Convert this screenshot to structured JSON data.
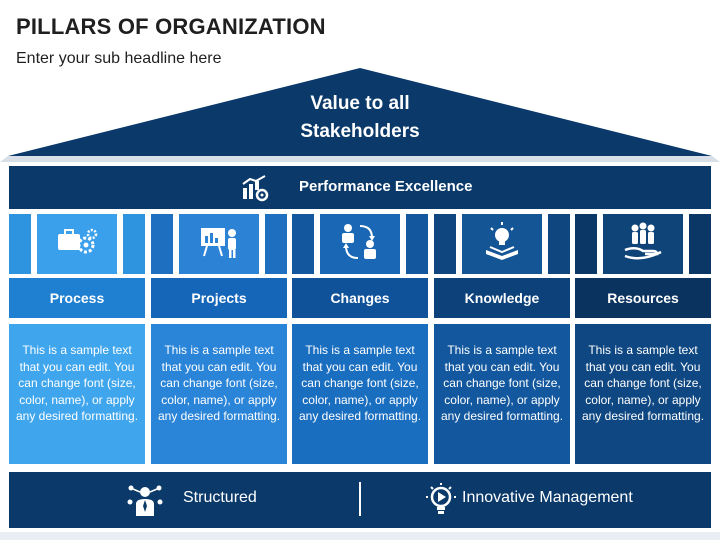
{
  "title": "PILLARS OF ORGANIZATION",
  "subtitle": "Enter your sub headline here",
  "roof": {
    "line1": "Value to all",
    "line2": "Stakeholders",
    "color": "#0b3a6a"
  },
  "beam": {
    "label": "Performance Excellence",
    "icon": "performance-chart-gear-icon"
  },
  "pillars": [
    {
      "label": "Process",
      "icon": "briefcase-gears-icon",
      "text": "This is a sample text that you can edit. You can change font (size, color, name), or apply any desired formatting.",
      "strip_color": "#2f94e0",
      "icon_bg": "#3ba0eb",
      "label_color": "#1f7fd0",
      "text_color": "#3fa6ee"
    },
    {
      "label": "Projects",
      "icon": "presentation-board-icon",
      "text": "This is a sample text that you can edit. You can change font (size, color, name), or apply any desired formatting.",
      "strip_color": "#1f6fc0",
      "icon_bg": "#2c83d6",
      "label_color": "#1566b8",
      "text_color": "#2a84d8"
    },
    {
      "label": "Changes",
      "icon": "people-exchange-icon",
      "text": "This is a sample text that you can edit. You can change font (size, color, name), or apply any desired formatting.",
      "strip_color": "#13589e",
      "icon_bg": "#1a68b5",
      "label_color": "#10529a",
      "text_color": "#1a6ec0"
    },
    {
      "label": "Knowledge",
      "icon": "lightbulb-book-icon",
      "text": "This is a sample text that you can edit. You can change font (size, color, name), or apply any desired formatting.",
      "strip_color": "#0f467f",
      "icon_bg": "#145596",
      "label_color": "#0c417a",
      "text_color": "#13589e"
    },
    {
      "label": "Resources",
      "icon": "team-hand-icon",
      "text": "This is a sample text that you can edit. You can change font (size, color, name), or apply any desired formatting.",
      "strip_color": "#0b3766",
      "icon_bg": "#0f4478",
      "label_color": "#0a3360",
      "text_color": "#0e4781"
    }
  ],
  "base": {
    "left_label": "Structured",
    "left_icon": "manager-network-icon",
    "right_label": "Innovative Management",
    "right_icon": "lightbulb-play-icon"
  }
}
